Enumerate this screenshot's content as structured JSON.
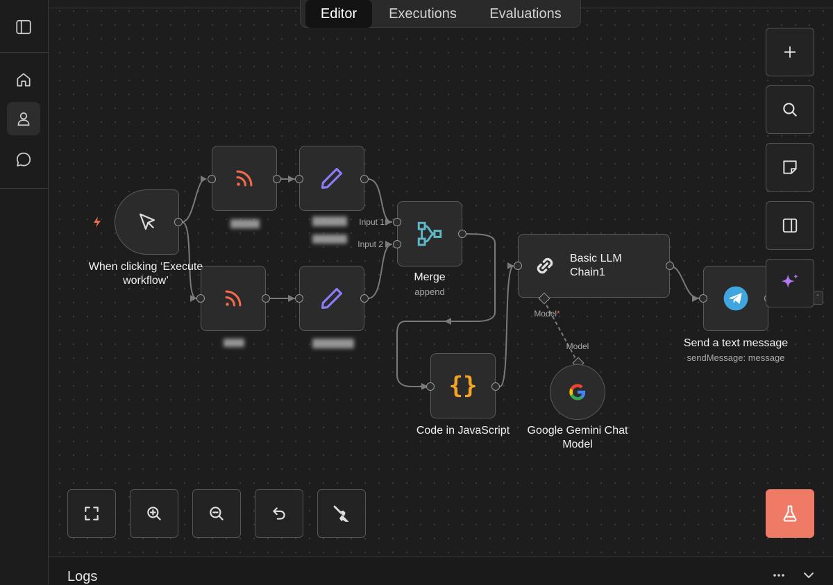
{
  "tabs": [
    {
      "label": "Editor",
      "active": true
    },
    {
      "label": "Executions",
      "active": false
    },
    {
      "label": "Evaluations",
      "active": false
    }
  ],
  "sidebar": {
    "items": [
      {
        "icon": "sidebar-toggle-icon"
      },
      {
        "icon": "home-icon"
      },
      {
        "icon": "user-icon",
        "active": true
      },
      {
        "icon": "chat-icon"
      }
    ]
  },
  "nodes": {
    "trigger": {
      "label_line1": "When clicking ‘Execute",
      "label_line2": "workflow’"
    },
    "merge": {
      "label": "Merge",
      "sublabel": "append",
      "input1": "Input 1",
      "input2": "Input 2"
    },
    "llm": {
      "label_line1": "Basic LLM",
      "label_line2": "Chain1",
      "model_label": "Model",
      "required_mark": "*"
    },
    "code": {
      "label": "Code in JavaScript"
    },
    "gemini": {
      "label_line1": "Google Gemini Chat",
      "label_line2": "Model",
      "model_label": "Model"
    },
    "telegram": {
      "label": "Send a text message",
      "sublabel": "sendMessage: message"
    }
  },
  "right_toolbar": [
    "plus-icon",
    "search-icon",
    "sticky-note-icon",
    "panel-icon",
    "sparkle-icon"
  ],
  "bottom_toolbar": [
    "fit-view-icon",
    "zoom-in-icon",
    "zoom-out-icon",
    "undo-icon",
    "clear-icon"
  ],
  "test_button": {
    "icon": "flask-icon",
    "color": "#ef7b67"
  },
  "logs": {
    "title": "Logs"
  },
  "colors": {
    "accent_orange": "#ef6b4e",
    "rss": "#f26a4b",
    "pen": "#8b7cf8",
    "merge": "#5fb8c8",
    "code": "#f5a524",
    "telegram": "#40a6e0",
    "sparkle": "#b37af0"
  }
}
